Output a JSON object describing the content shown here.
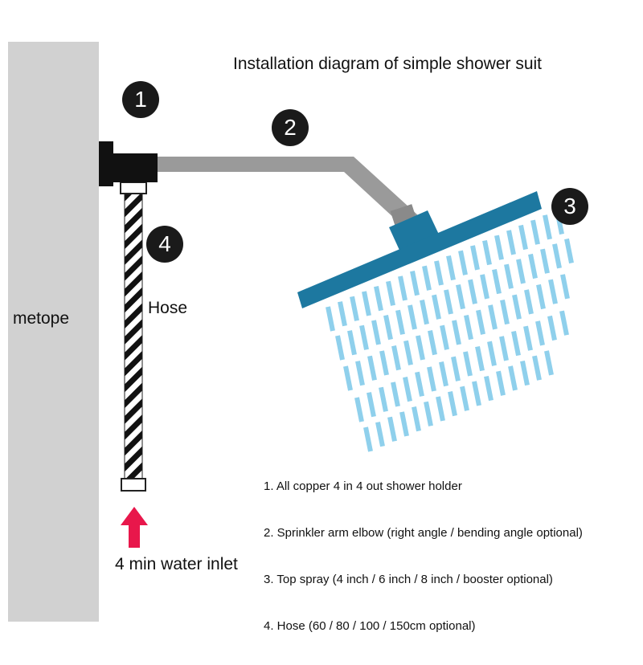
{
  "diagram": {
    "title": "Installation diagram of simple shower suit",
    "wall_label": "metope",
    "hose_label": "Hose",
    "inlet_label": "4 min water inlet",
    "badges": [
      "1",
      "2",
      "3",
      "4"
    ],
    "legend": [
      "1. All copper 4 in 4 out shower holder",
      "2. Sprinkler arm elbow (right angle / bending angle optional)",
      "3. Top spray (4 inch / 6 inch / 8 inch / booster optional)",
      "4. Hose (60 / 80 / 100 / 150cm optional)"
    ]
  },
  "colors": {
    "wall": "#d1d1d1",
    "holder": "#111111",
    "arm": "#9a9a9a",
    "shower_head": "#1d78a0",
    "spray": "#8fd0ec",
    "arrow": "#e8174b",
    "badge": "#1a1a1a"
  },
  "icons": {
    "water_arrow": "arrow-up-icon"
  }
}
